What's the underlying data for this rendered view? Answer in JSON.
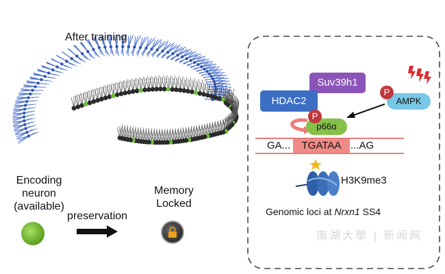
{
  "left_panel": {
    "title": "After training",
    "encoding_line1": "Encoding",
    "encoding_line2": "neuron",
    "encoding_line3": "(available)",
    "preservation": "preservation",
    "memory_line1": "Memory",
    "memory_line2": "Locked"
  },
  "right_panel": {
    "suv39h1": "Suv39h1",
    "hdac2": "HDAC2",
    "p_label": "P",
    "p66": "p66α",
    "ampk": "AMPK",
    "seq_left": "GA...",
    "seq_mid": "TGATAA",
    "seq_right": "...AG",
    "h3k9me3": "H3K9me3",
    "genomic_prefix": "Genomic loci at ",
    "genomic_gene": "Nrxn1",
    "genomic_suffix": " SS4"
  },
  "watermark": "南湖大學 | 新闻网",
  "colors": {
    "hippocampus_blue": "#4a72d0",
    "neuron_dark": "#2b2b2b",
    "neuron_green": "#6cc13a",
    "hdac2": "#3c6ec4",
    "suv39h1": "#8a54b8",
    "ampk": "#79c7e8",
    "p66": "#86c048",
    "phospho": "#c1373c",
    "tgataa_highlight": "#f08a87",
    "dna_line": "#d9534f",
    "nucleosome": "#3a6fb8"
  }
}
